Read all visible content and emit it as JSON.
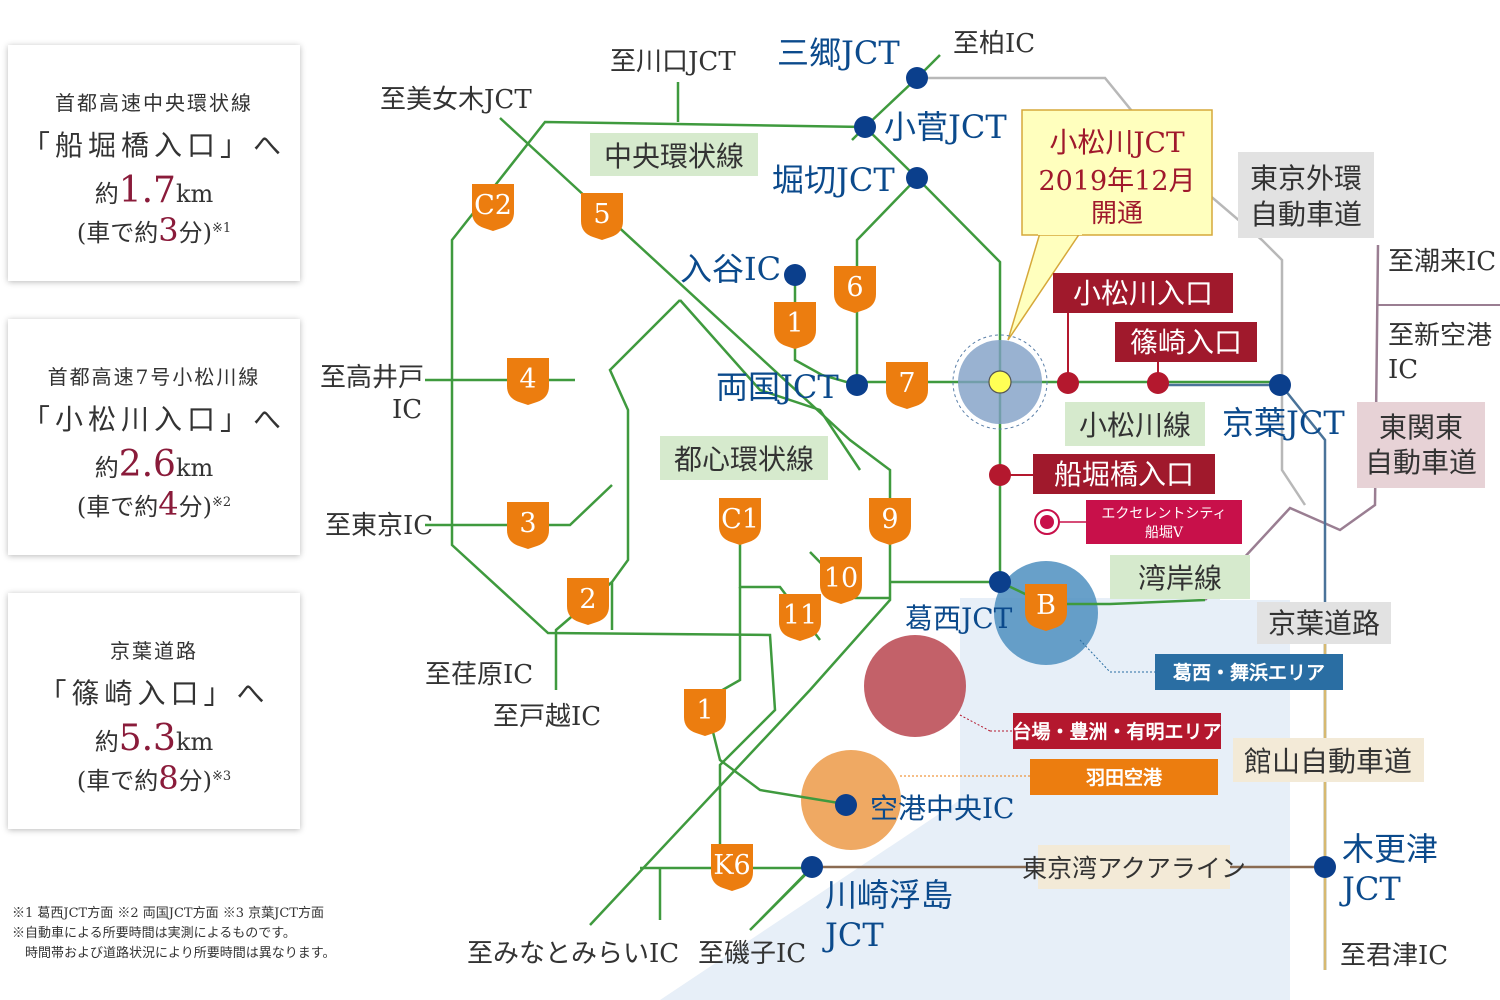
{
  "info_cards": [
    {
      "route": "首都高速中央環状線",
      "entrance": "「船堀橋入口」へ",
      "dist_prefix": "約",
      "dist_value": "1.7",
      "dist_unit": "km",
      "time_prefix": "(車で約",
      "time_value": "3",
      "time_suffix": "分)",
      "note_mark": "※1"
    },
    {
      "route": "首都高速7号小松川線",
      "entrance": "「小松川入口」へ",
      "dist_prefix": "約",
      "dist_value": "2.6",
      "dist_unit": "km",
      "time_prefix": "(車で約",
      "time_value": "4",
      "time_suffix": "分)",
      "note_mark": "※2"
    },
    {
      "route": "京葉道路",
      "entrance": "「篠崎入口」へ",
      "dist_prefix": "約",
      "dist_value": "5.3",
      "dist_unit": "km",
      "time_prefix": "(車で約",
      "time_value": "8",
      "time_suffix": "分)",
      "note_mark": "※3"
    }
  ],
  "footnotes": [
    "※1 葛西JCT方面 ※2 両国JCT方面 ※3 京葉JCT方面",
    "※自動車による所要時間は実測によるものです。",
    "　時間帯および道路状況により所要時間は異なります。"
  ],
  "map": {
    "callout": {
      "line1": "小松川JCT",
      "line2": "2019年12月",
      "line3": "開通"
    },
    "line_labels": {
      "central_loop": "中央環状線",
      "inner_loop": "都心環状線",
      "komatsugawa": "小松川線",
      "wangan": "湾岸線",
      "gaikan": [
        "東京外環",
        "自動車道"
      ],
      "higashi_kanto": [
        "東関東",
        "自動車道"
      ],
      "keiyo_road": "京葉道路",
      "tateyama": "館山自動車道",
      "aqualine": "東京湾アクアライン"
    },
    "junctions": {
      "misato": "三郷JCT",
      "kosuge": "小菅JCT",
      "horikiri": "堀切JCT",
      "ryogoku": "両国JCT",
      "keiyo": "京葉JCT",
      "kasai": "葛西JCT",
      "iriya": "入谷IC",
      "kuko_chuo": "空港中央IC",
      "kawasaki_ukishima": [
        "川崎浮島",
        "JCT"
      ],
      "kisarazu": [
        "木更津",
        "JCT"
      ]
    },
    "entrances": {
      "komatsugawa": "小松川入口",
      "shinozaki": "篠崎入口",
      "funabori": "船堀橋入口"
    },
    "property": [
      "エクセレントシティ",
      "船堀V"
    ],
    "areas": {
      "kasai_maihama": "葛西・舞浜エリア",
      "daiba": "台場・豊洲・有明エリア",
      "haneda": "羽田空港"
    },
    "destinations": {
      "kashiwa": "至柏IC",
      "kawaguchi": "至川口JCT",
      "bijogi": "至美女木JCT",
      "takaido": [
        "至高井戸",
        "IC"
      ],
      "tokyo_ic": "至東京IC",
      "kanbara": "至荏原IC",
      "todagoe": "至戸越IC",
      "itako": "至潮来IC",
      "shinkuko": [
        "至新空港",
        "IC"
      ],
      "minatomirai": "至みなとみらいIC",
      "isogo": "至磯子IC",
      "kimitsu": "至君津IC"
    },
    "route_badges": [
      "C2",
      "5",
      "6",
      "1",
      "4",
      "7",
      "3",
      "2",
      "C1",
      "9",
      "10",
      "11",
      "1",
      "B",
      "K6"
    ],
    "colors": {
      "shutoko_line": "#3f9a3e",
      "badge": "#ec7d0f",
      "junction_node": "#0b3f8c",
      "entrance_node": "#b4182e",
      "label_green_bg": "#d6eacd",
      "label_gray_bg": "#e2e2e2",
      "label_pink_bg": "#e7d2d6",
      "label_beige_bg": "#f3ead7",
      "callout_bg": "#ffffbe",
      "kasai_area": "#4e8fbf",
      "daiba_area": "#b8454f",
      "haneda_area": "#ec9a48",
      "sea": "#e7eff8",
      "aqualine": "#8a6b52",
      "keiyo_line": "#4a7399"
    }
  }
}
